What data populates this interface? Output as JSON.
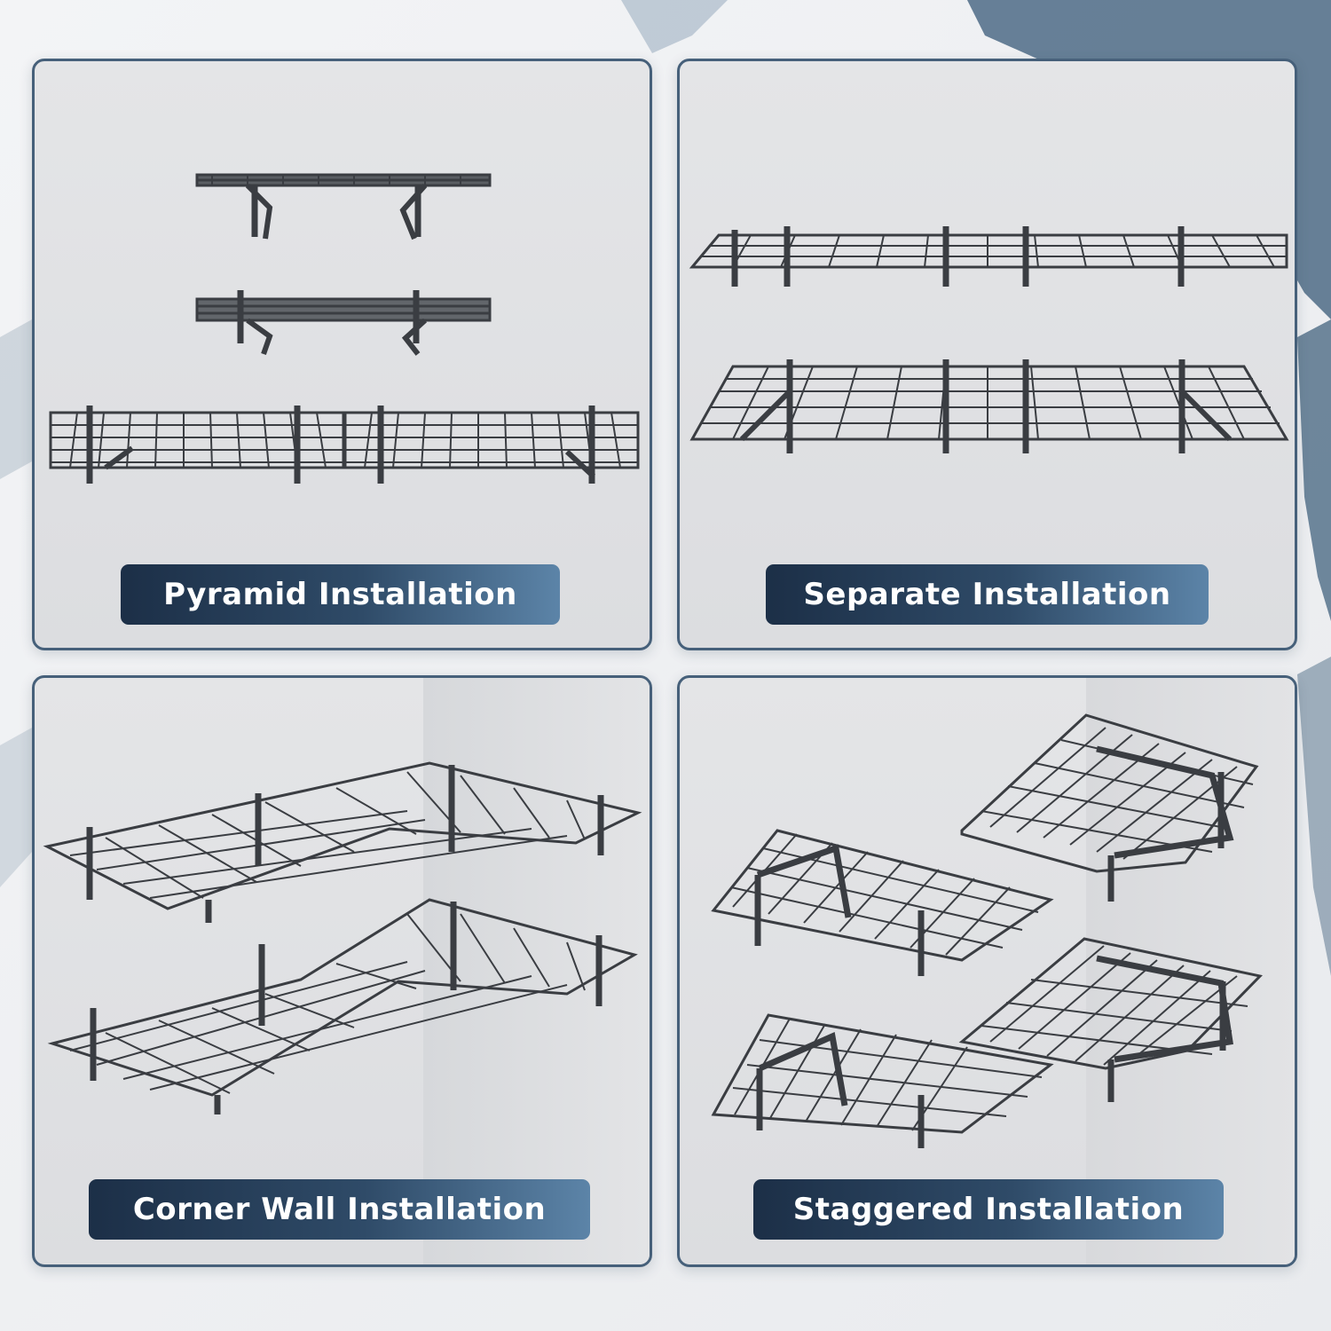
{
  "panels": [
    {
      "id": "pyramid",
      "label": "Pyramid Installation",
      "image": "pyramid-shelf-arrangement"
    },
    {
      "id": "separate",
      "label": "Separate Installation",
      "image": "separate-shelf-arrangement"
    },
    {
      "id": "corner",
      "label": "Corner Wall Installation",
      "image": "corner-wall-shelf-arrangement"
    },
    {
      "id": "staggered",
      "label": "Staggered Installation",
      "image": "staggered-shelf-arrangement"
    }
  ],
  "colors": {
    "border": "#46607a",
    "label_dark": "#1c2f47",
    "label_light": "#5c84a8",
    "shelf": "#3a3d42",
    "accent_paint": "#4e6b86"
  }
}
